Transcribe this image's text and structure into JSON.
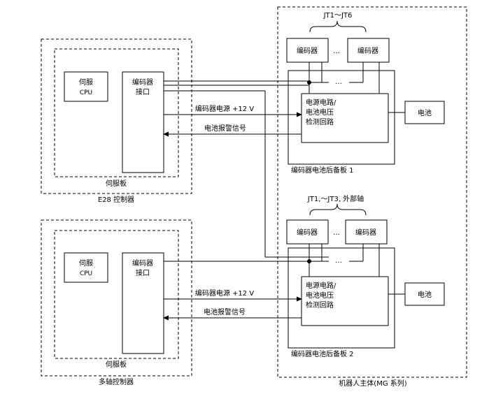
{
  "robot_body": {
    "label": "机器人主体(MG 系列)",
    "top": {
      "brace_label": "JT1～JT6",
      "encoder_left": "编码器",
      "encoder_right": "编码器",
      "ellipsis_encoders": "…",
      "ellipsis_bus": "…",
      "circuit_lines": [
        "电源电路/",
        "电池电压",
        "检测回路"
      ],
      "battery": "电池",
      "board_label": "编码器电池后备板 1"
    },
    "bottom": {
      "brace_label": "JT1,～JT3, 外部轴",
      "encoder_left": "编码器",
      "encoder_right": "编码器",
      "ellipsis_encoders": "…",
      "ellipsis_bus": "…",
      "circuit_lines": [
        "电源电路/",
        "电池电压",
        "检测回路"
      ],
      "battery": "电池",
      "board_label": "编码器电池后备板 2"
    }
  },
  "controllers": [
    {
      "label": "E28 控制器",
      "servo_board_label": "伺服板",
      "cpu_lines": [
        "伺服",
        "CPU"
      ],
      "encoder_if_lines": [
        "编码器",
        "接口"
      ],
      "power_signal": "编码器电源 +12 V",
      "alarm_signal": "电池报警信号"
    },
    {
      "label": "多轴控制器",
      "servo_board_label": "伺服板",
      "cpu_lines": [
        "伺服",
        "CPU"
      ],
      "encoder_if_lines": [
        "编码器",
        "接口"
      ],
      "power_signal": "编码器电源 +12 V",
      "alarm_signal": "电池报警信号"
    }
  ],
  "colors": {
    "line": "#000000",
    "background": "#ffffff"
  }
}
